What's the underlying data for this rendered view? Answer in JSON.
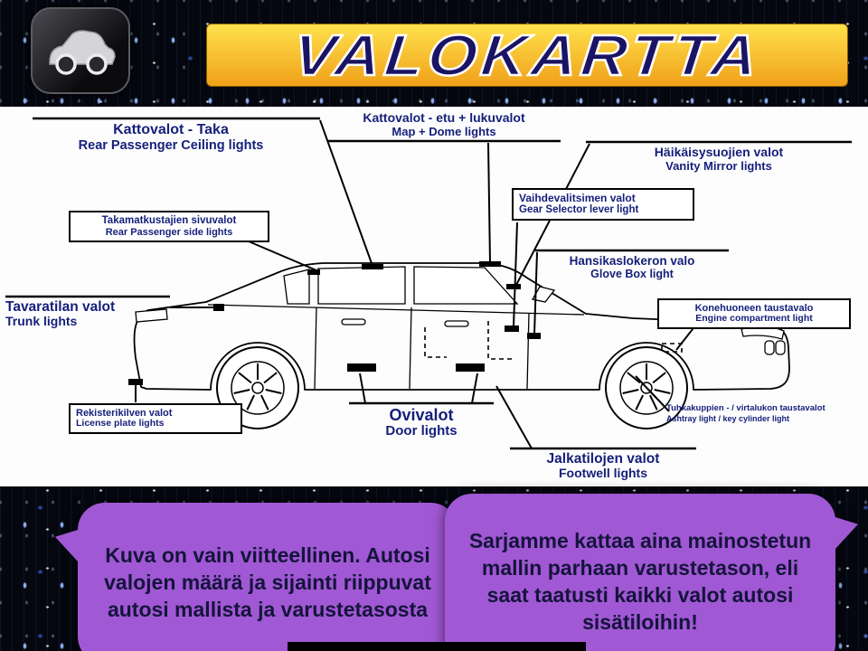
{
  "header": {
    "title": "VALOKARTTA"
  },
  "labels": {
    "ceiling_rear": {
      "fi": "Kattovalot - Taka",
      "en": "Rear Passenger Ceiling lights"
    },
    "ceiling_front": {
      "fi": "Kattovalot - etu + lukuvalot",
      "en": "Map + Dome lights"
    },
    "vanity": {
      "fi": "Häikäisysuojien valot",
      "en": "Vanity Mirror lights"
    },
    "gear": {
      "fi": "Vaihdevalitsimen valot",
      "en": "Gear Selector lever light"
    },
    "rear_side": {
      "fi": "Takamatkustajien sivuvalot",
      "en": "Rear Passenger side lights"
    },
    "glove": {
      "fi": "Hansikaslokeron valo",
      "en": "Glove Box light"
    },
    "trunk": {
      "fi": "Tavaratilan valot",
      "en": "Trunk lights"
    },
    "engine": {
      "fi": "Konehuoneen taustavalo",
      "en": "Engine compartment light"
    },
    "plate": {
      "fi": "Rekisterikilven valot",
      "en": "License plate lights"
    },
    "door": {
      "fi": "Ovivalot",
      "en": "Door lights"
    },
    "ashtray": {
      "fi": "Tuhkakuppien - / virtalukon taustavalot",
      "en": "Ashtray light / key cylinder light"
    },
    "footwell": {
      "fi": "Jalkatilojen valot",
      "en": "Footwell lights"
    }
  },
  "bubbles": {
    "left": "Kuva on vain viitteellinen. Autosi valojen määrä ja sijainti riippuvat autosi mallista ja varustetasosta",
    "right": "Sarjamme kattaa aina mainostetun mallin parhaan varustetason, eli saat taatusti kaikki valot autosi sisätiloihin!"
  },
  "colors": {
    "banner_top": "#ffe14d",
    "banner_bottom": "#f0a119",
    "title_text": "#1b1464",
    "label_text": "#141f7a",
    "bubble": "#a158d4",
    "background": "#05070f"
  }
}
